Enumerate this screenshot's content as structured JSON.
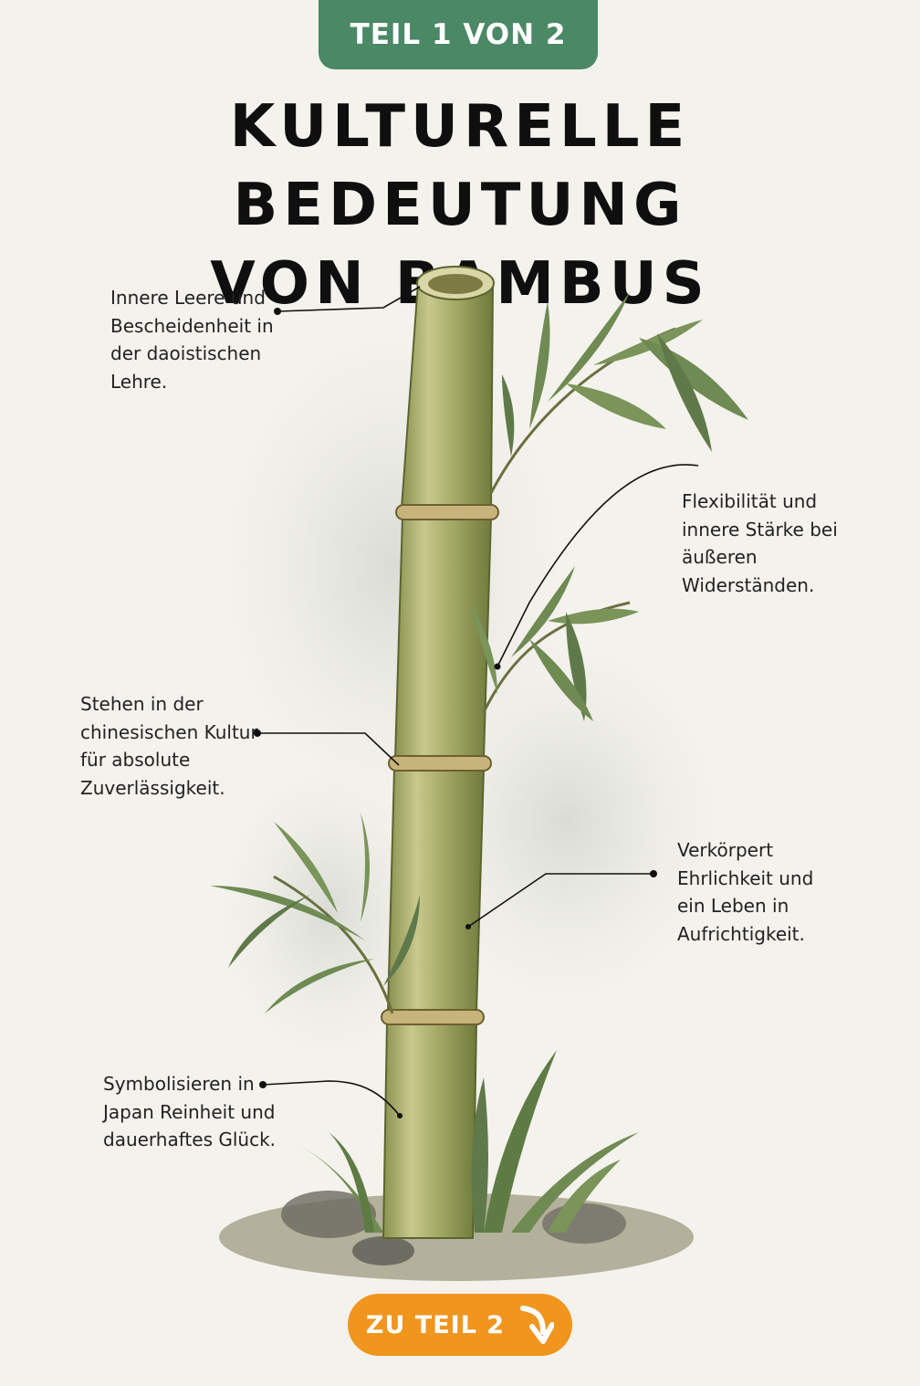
{
  "badge": {
    "label": "TEIL 1 VON 2"
  },
  "title": {
    "line1": "KULTURELLE BEDEUTUNG",
    "line2": "VON BAMBUS"
  },
  "annotations": [
    {
      "lines": [
        "Innere Leere und",
        "Bescheidenheit in",
        "der daoistischen",
        "Lehre."
      ]
    },
    {
      "lines": [
        "Flexibilität und",
        "innere Stärke bei",
        "äußeren",
        "Widerständen."
      ]
    },
    {
      "lines": [
        "Stehen in der",
        "chinesischen Kultur",
        "für absolute",
        "Zuverlässigkeit."
      ]
    },
    {
      "lines": [
        "Verkörpert",
        "Ehrlichkeit und",
        "ein Leben in",
        "Aufrichtigkeit."
      ]
    },
    {
      "lines": [
        "Symbolisieren in",
        "Japan Reinheit und",
        "dauerhaftes Glück."
      ]
    }
  ],
  "cta": {
    "label": "ZU TEIL 2",
    "icon": "curved-arrow-down-icon"
  },
  "colors": {
    "badge": "#4a8866",
    "cta": "#f0951e",
    "background": "#f4f2ec",
    "bamboo": "#a9ad6a",
    "leaf": "#6f8a52"
  }
}
